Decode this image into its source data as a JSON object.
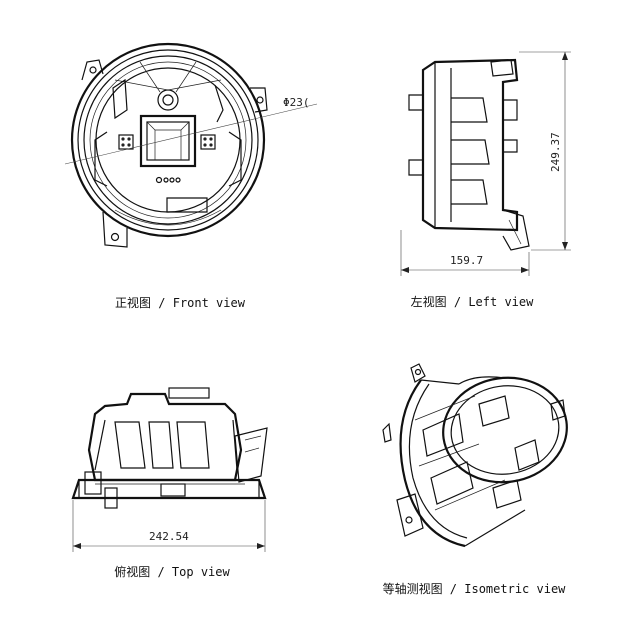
{
  "views": {
    "front": {
      "caption": "正视图 / Front view",
      "dimension": "Φ23("
    },
    "left": {
      "caption": "左视图 / Left view",
      "dim_width": "159.7",
      "dim_height": "249.37"
    },
    "top": {
      "caption": "俯视图 / Top view",
      "dim_width": "242.54"
    },
    "iso": {
      "caption": "等轴测视图 / Isometric view"
    }
  },
  "colors": {
    "line": "#111111",
    "background": "#ffffff"
  }
}
